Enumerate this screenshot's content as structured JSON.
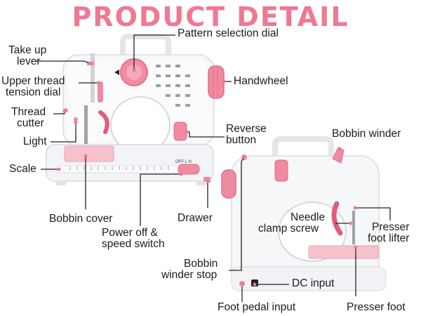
{
  "title": "PRODUCT DETAIL",
  "accent_color": "#f07892",
  "machine_pink": "#f08aa0",
  "callouts": {
    "take_up_lever": [
      "Take up",
      "lever"
    ],
    "upper_thread_tension": [
      "Upper thread",
      "tension dial"
    ],
    "thread_cutter": [
      "Thread",
      "cutter"
    ],
    "light": "Light",
    "scale": "Scale",
    "bobbin_cover": "Bobbin cover",
    "pattern_dial": "Pattern selection dial",
    "handwheel": "Handwheel",
    "reverse_button": [
      "Reverse",
      "button"
    ],
    "drawer": "Drawer",
    "power_switch": [
      "Power off &",
      "speed switch"
    ],
    "bobbin_winder": "Bobbin winder",
    "needle_clamp": [
      "Needle",
      "clamp screw"
    ],
    "presser_foot_lifter": [
      "Presser",
      "foot lifter"
    ],
    "bobbin_winder_stop": [
      "Bobbin",
      "winder stop"
    ],
    "dc_input": "DC input",
    "foot_pedal_input": "Foot pedal input",
    "presser_foot": "Presser foot"
  },
  "switch_text": "OFF L H"
}
